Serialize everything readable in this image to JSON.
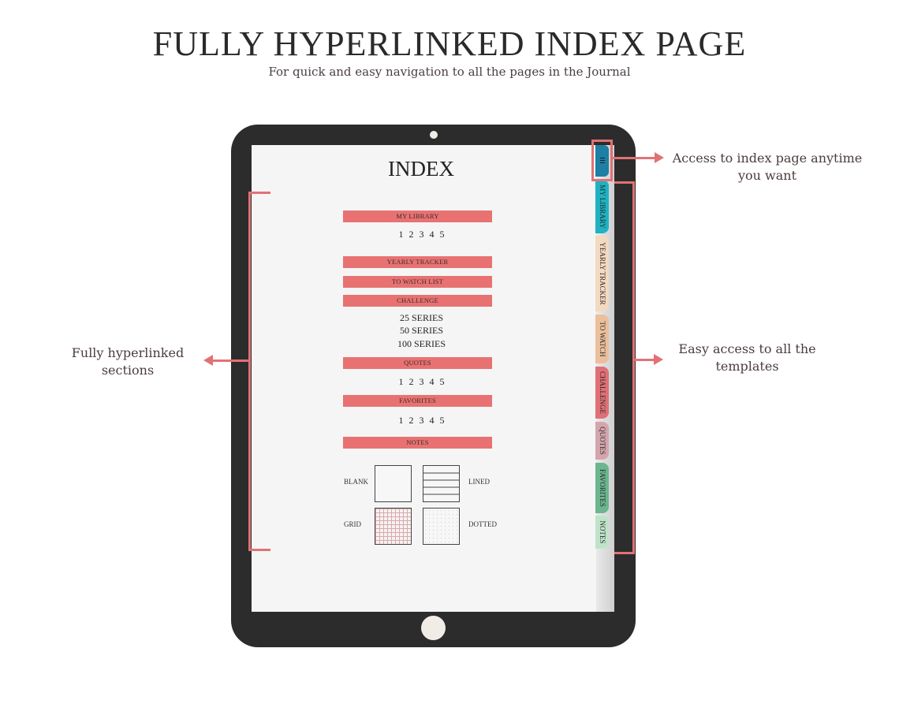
{
  "header": {
    "title": "FULLY HYPERLINKED INDEX PAGE",
    "subtitle": "For quick and easy navigation to all the pages in the Journal"
  },
  "index_page": {
    "title": "INDEX",
    "sections": {
      "my_library": "MY LIBRARY",
      "yearly_tracker": "YEARLY TRACKER",
      "to_watch_list": "TO WATCH LIST",
      "challenge": "CHALLENGE",
      "quotes": "QUOTES",
      "favorites": "FAVORITES",
      "notes": "NOTES"
    },
    "page_numbers": [
      "1",
      "2",
      "3",
      "4",
      "5"
    ],
    "challenge_items": [
      "25 SERIES",
      "50 SERIES",
      "100 SERIES"
    ],
    "templates": {
      "blank": "BLANK",
      "lined": "LINED",
      "grid": "GRID",
      "dotted": "DOTTED"
    }
  },
  "side_tabs": [
    {
      "label": "MY LIBRARY",
      "color": "#1eb2c3"
    },
    {
      "label": "YEARLY TRACKER",
      "color": "#f2d9c0"
    },
    {
      "label": "TO WATCH",
      "color": "#ebbf9c"
    },
    {
      "label": "CHALLENGE",
      "color": "#e07076"
    },
    {
      "label": "QUOTES",
      "color": "#d4a5ad"
    },
    {
      "label": "FAVORITES",
      "color": "#6bb58f"
    },
    {
      "label": "NOTES",
      "color": "#bfe3c9"
    }
  ],
  "menu_tab": {
    "icon": "menu-icon",
    "color": "#1e7fa4"
  },
  "callouts": {
    "index_access_line1": "Access to index page anytime",
    "index_access_line2": "you want",
    "templates_line1": "Easy access to all the",
    "templates_line2": "templates",
    "sections_line1": "Fully hyperlinked",
    "sections_line2": "sections"
  },
  "colors": {
    "accent": "#e87272",
    "device": "#2c2c2c",
    "callout_arrow": "#e17274"
  }
}
